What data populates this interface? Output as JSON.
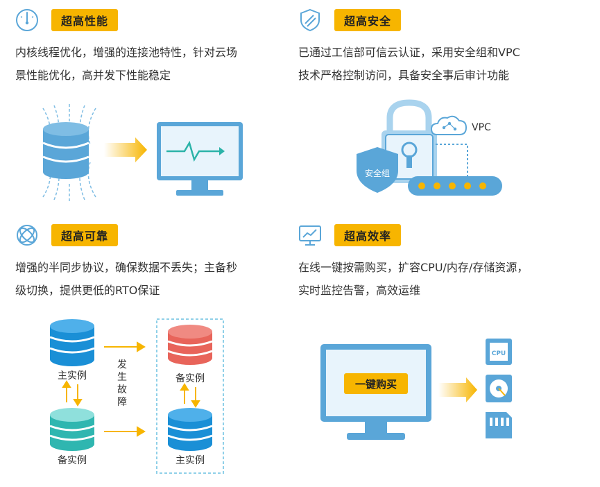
{
  "colors": {
    "accent": "#f7b500",
    "blue": "#5aa6d8",
    "blue_light": "#e8f4fc",
    "red": "#e8645a",
    "teal": "#5fc9c4",
    "arrow": "#f7b500"
  },
  "features": [
    {
      "title": "超高性能",
      "icon": "gauge-icon",
      "lines": [
        "内核线程优化，增强的连接池特性，针对云场",
        "景性能优化，高并发下性能稳定"
      ]
    },
    {
      "title": "超高安全",
      "icon": "shield-icon",
      "lines": [
        "已通过工信部可信云认证，采用安全组和VPC",
        "技术严格控制访问，具备安全事后审计功能"
      ]
    },
    {
      "title": "超高可靠",
      "icon": "orbit-icon",
      "lines": [
        "增强的半同步协议，确保数据不丢失；主备秒",
        "级切换，提供更低的RTO保证"
      ]
    },
    {
      "title": "超高效率",
      "icon": "monitor-chart-icon",
      "lines": [
        "在线一键按需购买，扩容CPU/内存/存储资源，",
        "实时监控告警，高效运维"
      ]
    }
  ],
  "security_diagram": {
    "vpc_label": "VPC",
    "security_group_label": "安全组"
  },
  "reliability_diagram": {
    "primary_label": "主实例",
    "standby_label": "备实例",
    "failure_label": "发生故障",
    "standby_label_after": "备实例",
    "primary_label_after": "主实例"
  },
  "efficiency_diagram": {
    "buy_button_label": "一键购买",
    "cpu_label": "CPU"
  }
}
